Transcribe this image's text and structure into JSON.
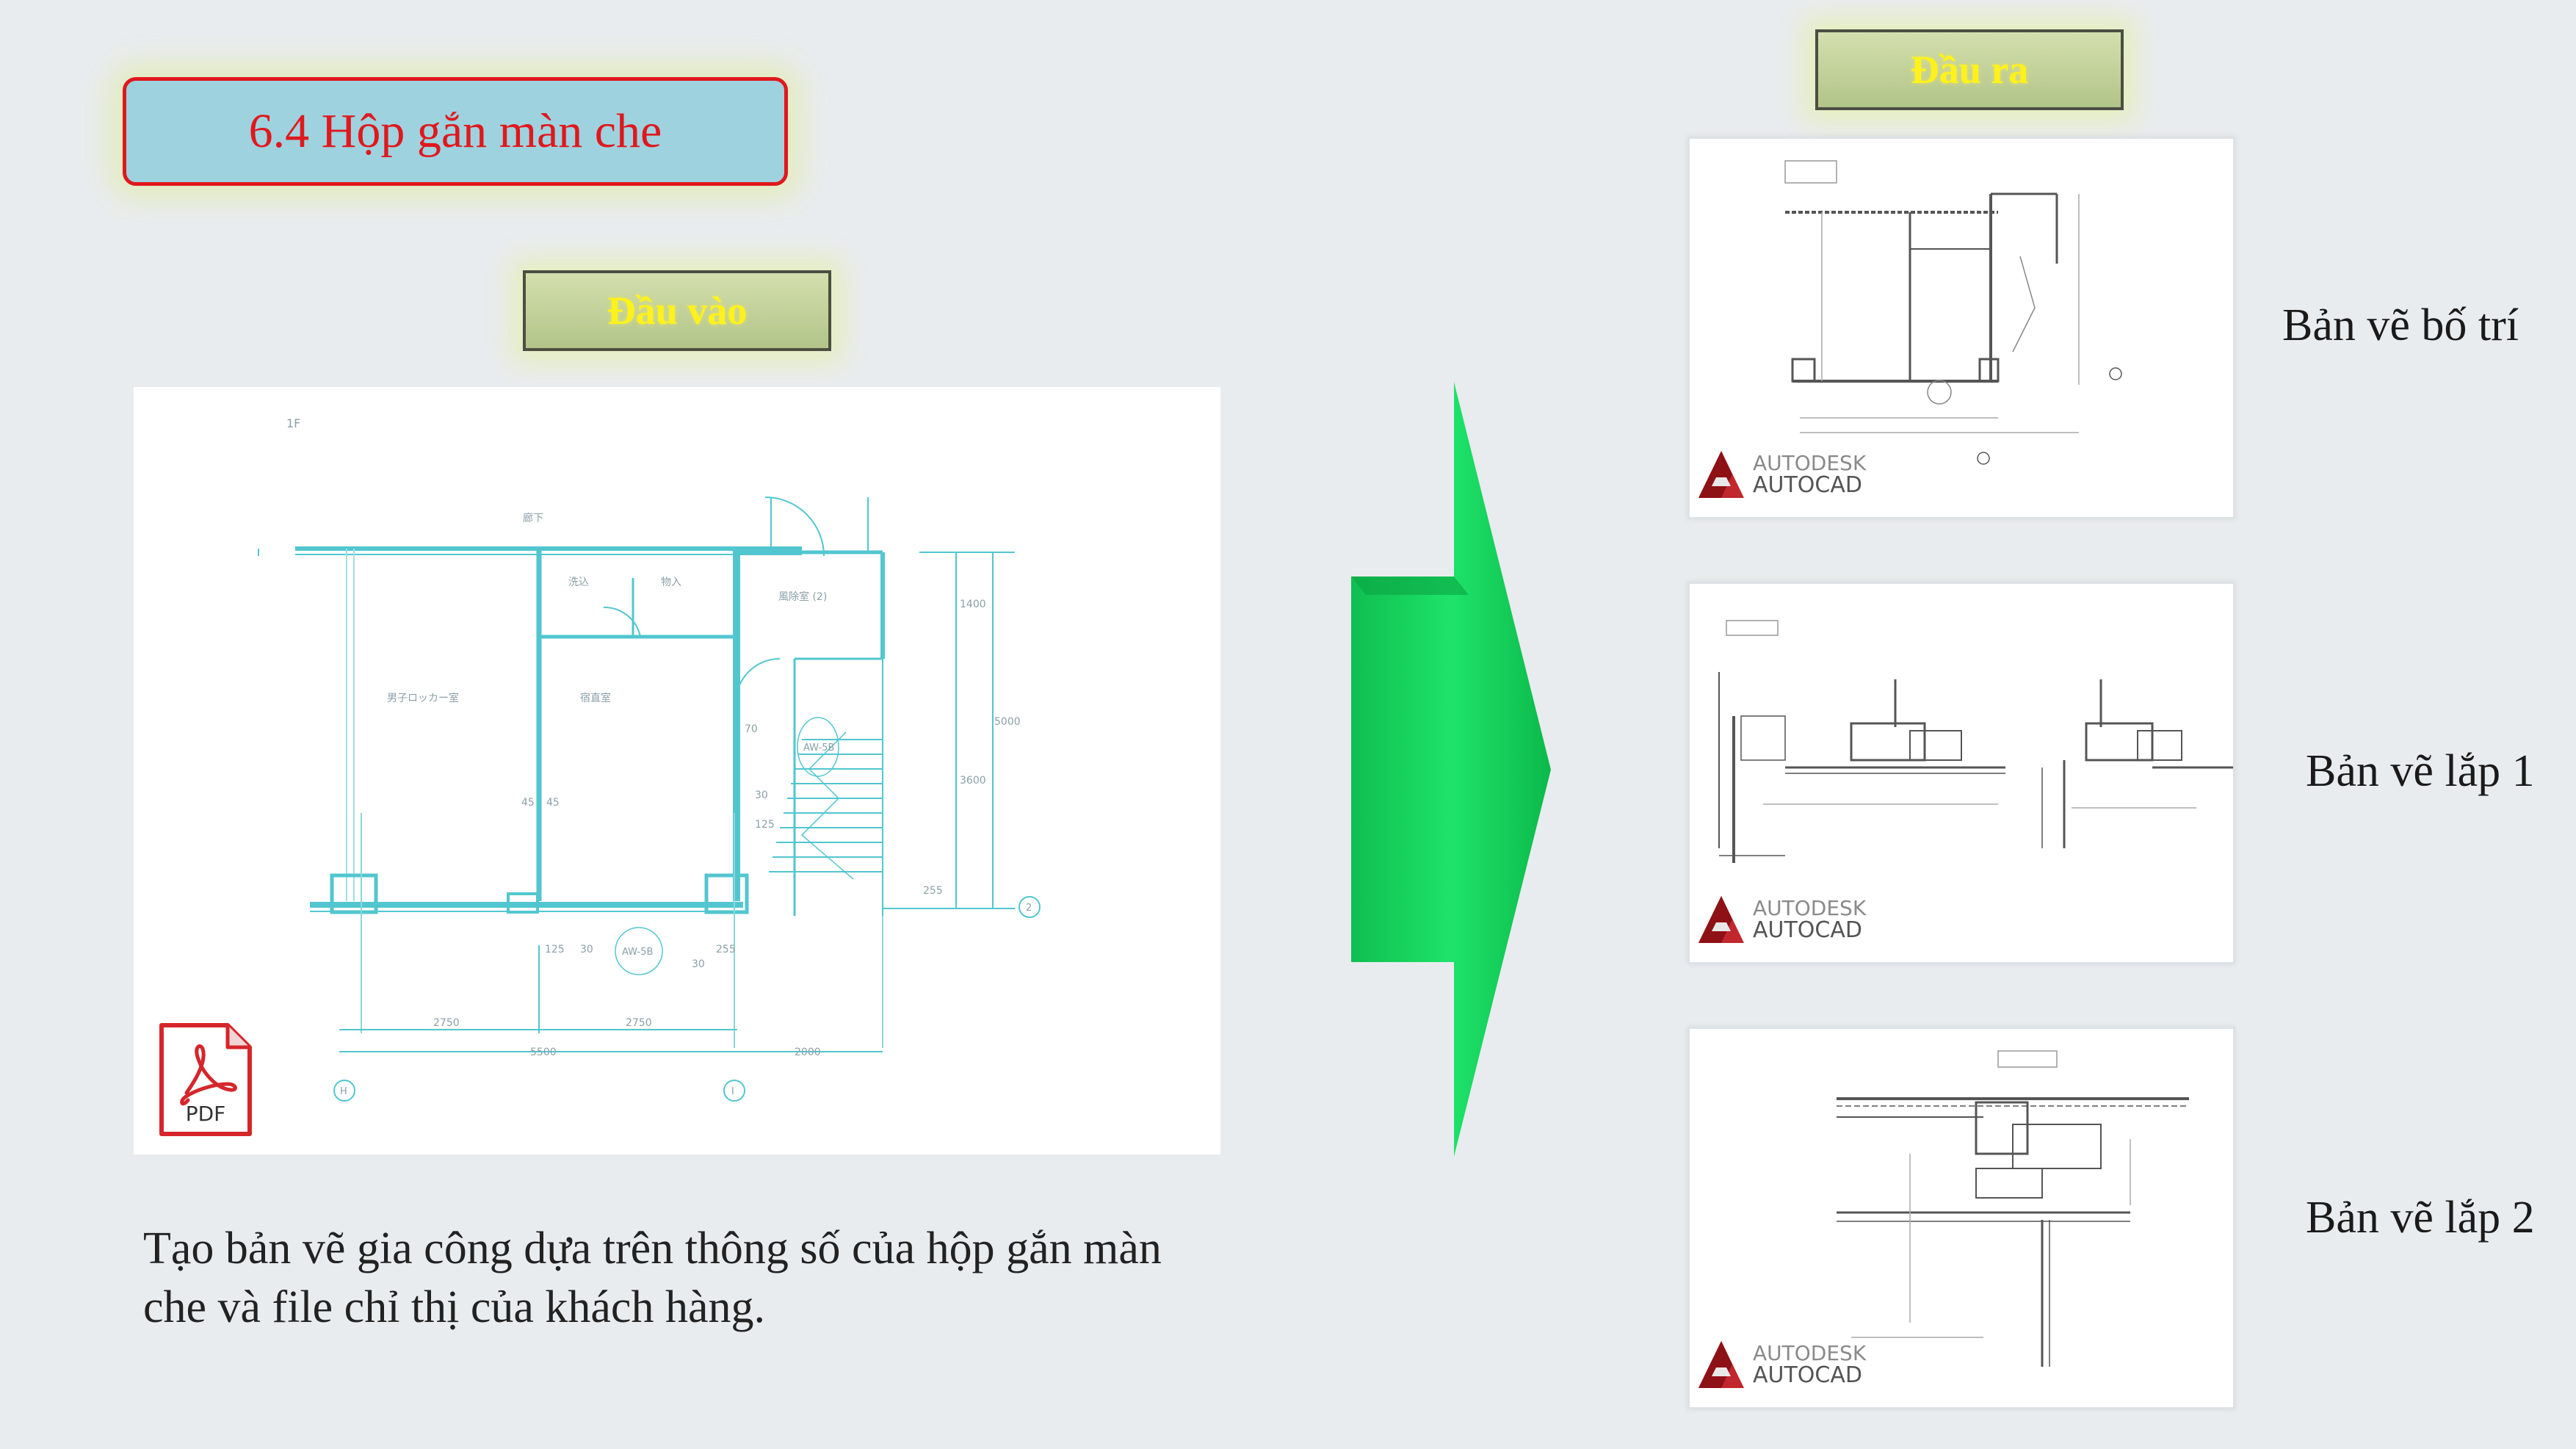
{
  "slide": {
    "title": "6.4 Hộp gắn màn che",
    "input_label": "Đầu vào",
    "output_label": "Đầu ra",
    "description": "Tạo bản vẽ gia công dựa trên thông số của hộp gắn màn che và file chỉ thị của khách hàng."
  },
  "input_drawing": {
    "floor": "1F",
    "room_labels": [
      "廊下",
      "洗込",
      "物入",
      "風除室 (2)",
      "男子ロッカー室",
      "宿直室"
    ],
    "dims": [
      "2750",
      "2750",
      "5500",
      "2000",
      "1400",
      "3600",
      "5000",
      "255",
      "45",
      "45",
      "125",
      "30",
      "70",
      "255",
      "30",
      "125",
      "30"
    ],
    "grid_labels": [
      "H",
      "I",
      "2"
    ],
    "tags": [
      "AW-5B",
      "AW-5B"
    ],
    "file_icon_label": "PDF"
  },
  "outputs": [
    {
      "label": "Bản vẽ bố trí",
      "brand_line1": "AUTODESK",
      "brand_line2": "AUTOCAD"
    },
    {
      "label": "Bản vẽ lắp 1",
      "brand_line1": "AUTODESK",
      "brand_line2": "AUTOCAD"
    },
    {
      "label": "Bản vẽ lắp 2",
      "brand_line1": "AUTODESK",
      "brand_line2": "AUTOCAD"
    }
  ],
  "colors": {
    "background": "#e9ecef",
    "title_fill": "#9ed2df",
    "title_accent": "#e0181c",
    "label_text": "#fff21a",
    "arrow": "#12d45a",
    "drawing_cyan": "#52c6cf",
    "pdf_red": "#d5262b"
  }
}
